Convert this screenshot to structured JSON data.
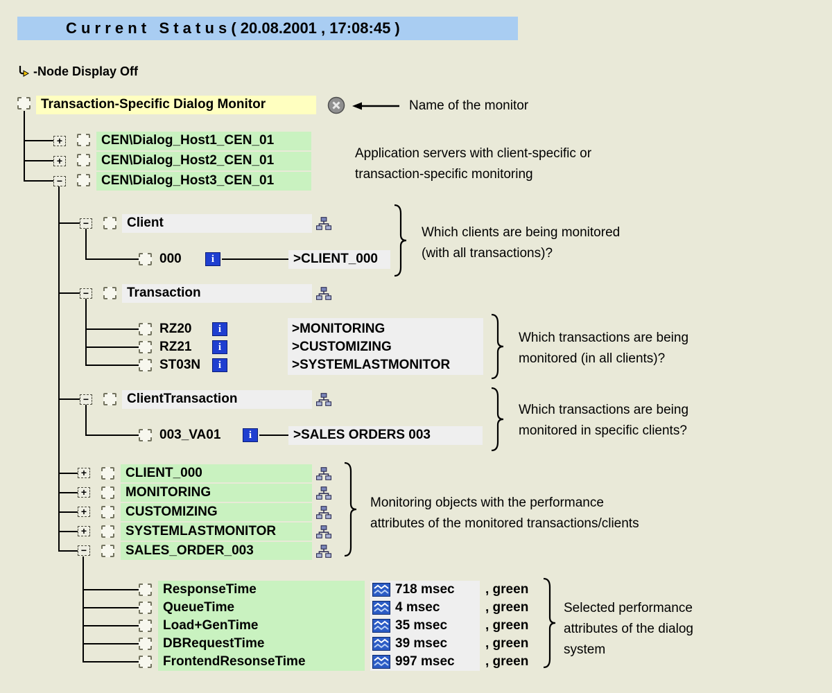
{
  "header": {
    "title": "C u r r e n t   S t a t u s ( 20.08.2001 , 17:08:45 )"
  },
  "legend": {
    "node_display": "-Node Display Off"
  },
  "tree": {
    "root": {
      "label": "Transaction-Specific Dialog Monitor"
    },
    "hosts": [
      {
        "expand": "+",
        "label": "CEN\\Dialog_Host1_CEN_01"
      },
      {
        "expand": "+",
        "label": "CEN\\Dialog_Host2_CEN_01"
      },
      {
        "expand": "−",
        "label": "CEN\\Dialog_Host3_CEN_01"
      }
    ],
    "client_section": {
      "expand": "−",
      "label": "Client",
      "child": {
        "name": "000",
        "value": ">CLIENT_000"
      }
    },
    "transaction_section": {
      "expand": "−",
      "label": "Transaction",
      "children": [
        {
          "name": "RZ20",
          "value": ">MONITORING"
        },
        {
          "name": "RZ21",
          "value": ">CUSTOMIZING"
        },
        {
          "name": "ST03N",
          "value": ">SYSTEMLASTMONITOR"
        }
      ]
    },
    "client_transaction_section": {
      "expand": "−",
      "label": "ClientTransaction",
      "child": {
        "name": "003_VA01",
        "value": ">SALES ORDERS 003"
      }
    },
    "monitoring_objects": [
      {
        "expand": "+",
        "label": "CLIENT_000"
      },
      {
        "expand": "+",
        "label": "MONITORING"
      },
      {
        "expand": "+",
        "label": "CUSTOMIZING"
      },
      {
        "expand": "+",
        "label": "SYSTEMLASTMONITOR"
      },
      {
        "expand": "−",
        "label": "SALES_ORDER_003"
      }
    ],
    "attributes": [
      {
        "name": "ResponseTime",
        "value": "718 msec",
        "status": ", green"
      },
      {
        "name": "QueueTime",
        "value": "4 msec",
        "status": ", green"
      },
      {
        "name": "Load+GenTime",
        "value": "35 msec",
        "status": ", green"
      },
      {
        "name": "DBRequestTime",
        "value": "39 msec",
        "status": ", green"
      },
      {
        "name": "FrontendResonseTime",
        "value": "997 msec",
        "status": ", green"
      }
    ]
  },
  "annotations": {
    "monitor_name": "Name of the monitor",
    "servers": [
      "Application servers with client-specific or",
      "transaction-specific monitoring"
    ],
    "clients": [
      "Which clients are being monitored",
      "(with all transactions)?"
    ],
    "transactions": [
      "Which transactions are being",
      "monitored (in all clients)?"
    ],
    "client_transactions": [
      "Which transactions are being",
      "monitored in specific clients?"
    ],
    "objects": [
      "Monitoring objects with the performance",
      "attributes of the monitored transactions/clients"
    ],
    "attrs": [
      "Selected performance",
      "attributes of the dialog",
      "system"
    ]
  },
  "icons": {
    "node_display": "↳",
    "checkbox": "☐",
    "expand_closed": "+",
    "expand_open": "−",
    "delete": "⊗",
    "arrow_left": "←",
    "hierarchy": "org-chart",
    "info": "i",
    "chart": "line-chart"
  },
  "colors": {
    "background": "#e9e9d8",
    "header-bg": "#a9cdf2",
    "highlight-yellow": "#ffffc0",
    "highlight-green": "#c9f2c0",
    "row-gray": "#efefef",
    "info-blue": "#1f3fd0",
    "line": "#000000"
  }
}
